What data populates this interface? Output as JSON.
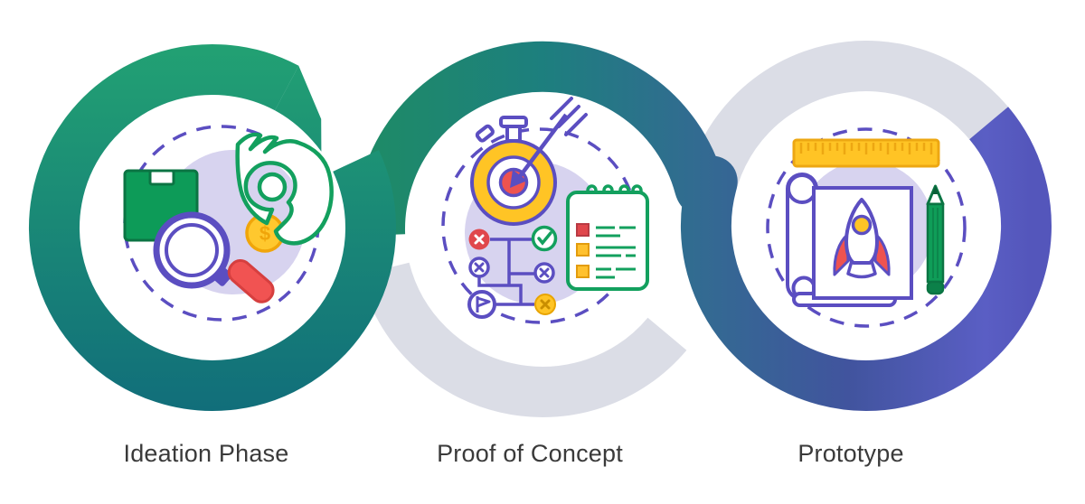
{
  "diagram": {
    "type": "process-loop-infographic",
    "phases": [
      {
        "label": "Ideation Phase",
        "ring": "green gradient circular ribbon with swallowtail arrow tail",
        "icons": [
          "package-box-icon",
          "magnifier-icon",
          "hand-holding-coin-icon",
          "dollar-coin-icon"
        ]
      },
      {
        "label": "Proof of Concept",
        "ring": "teal-to-blue ribbon over light gray track ring",
        "icons": [
          "stopwatch-target-icon",
          "arrow-hit-icon",
          "checklist-notepad-icon",
          "strategy-flowchart-icon",
          "flag-node-icon",
          "check-node-icon",
          "cross-node-icon"
        ]
      },
      {
        "label": "Prototype",
        "ring": "indigo-purple ribbon over light gray track ring",
        "icons": [
          "ruler-icon",
          "blueprint-scroll-icon",
          "rocket-icon",
          "pencil-icon"
        ]
      }
    ],
    "colors": {
      "ring_green_top": "#22a173",
      "ring_green_bottom": "#116e7a",
      "ribbon_teal": "#1d7f7e",
      "ribbon_steel_blue": "#336a92",
      "ribbon_indigo": "#41549e",
      "ribbon_purple": "#5a5ec4",
      "track_gray": "#dbdde6",
      "halo_lavender": "#d7d3ef",
      "dashed_purple": "#5b4ec1",
      "icon_green": "#0f9d58",
      "icon_green_dark": "#0b7443",
      "icon_red": "#e8504c",
      "icon_yellow": "#ffc425",
      "icon_orange": "#f0a50a",
      "label_text": "#3a3a3a"
    },
    "coin_symbol": "$"
  }
}
